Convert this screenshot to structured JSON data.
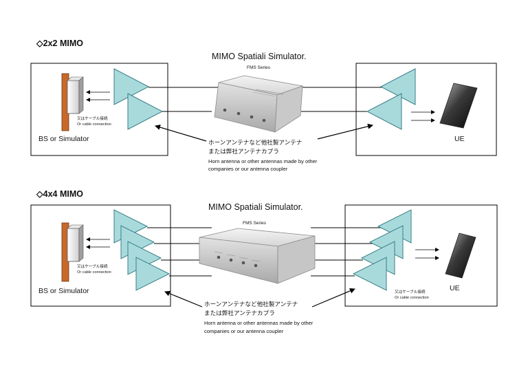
{
  "sections": [
    {
      "heading": "◇2x2 MIMO",
      "simulator_title": "MIMO Spatiali Simulator.",
      "series": "FMS Series",
      "bs_label": "BS or Simulator",
      "ue_label": "UE",
      "cable_note_jp": "又はケーブル接続",
      "cable_note_en": "Or cable connection",
      "antenna_note_jp_1": "ホーンアンテナなど他社製アンテナ",
      "antenna_note_jp_2": "または弊社アンテナカプラ",
      "antenna_note_en_1": "Horn antenna or other antennas made by other",
      "antenna_note_en_2": "companies or our antenna coupler"
    },
    {
      "heading": "◇4x4 MIMO",
      "simulator_title": "MIMO Spatiali Simulator.",
      "series": "FMS Series",
      "bs_label": "BS or Simulator",
      "ue_label": "UE",
      "cable_note_jp": "又はケーブル接続",
      "cable_note_en": "Or cable connection",
      "ue_cable_note_jp": "又はケーブル接続",
      "ue_cable_note_en": "Or cable connection",
      "antenna_note_jp_1": "ホーンアンテナなど他社製アンテナ",
      "antenna_note_jp_2": "または弊社アンテナカプラ",
      "antenna_note_en_1": "Horn antenna or other antennas made by other",
      "antenna_note_en_2": "companies or our antenna coupler"
    }
  ],
  "colors": {
    "antenna_fill": "#a8dadc",
    "bs_pole": "#c8692a",
    "box_stroke": "#000000"
  },
  "icons": [
    "antenna-triangle-icon",
    "bs-antenna-icon",
    "ue-phone-icon",
    "simulator-device-icon",
    "arrow-icon"
  ]
}
